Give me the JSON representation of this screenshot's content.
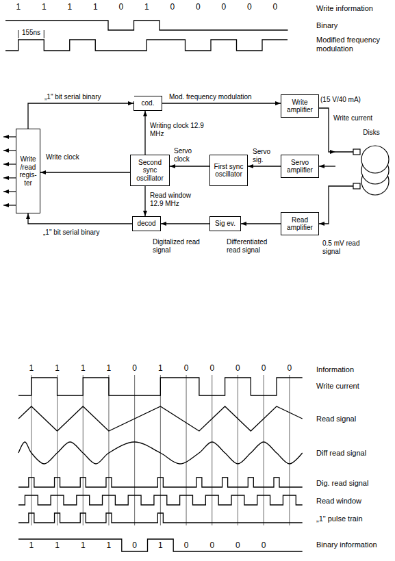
{
  "diagram": {
    "nodes": [
      {
        "text": [
          "Write /read regis- ter"
        ]
      },
      {
        "text": [
          "cod."
        ]
      },
      {
        "text": [
          "Write amplifier"
        ]
      },
      {
        "text": [
          "Second sync oscillator"
        ]
      },
      {
        "text": [
          "First sync oscillator"
        ]
      },
      {
        "text": [
          "Servo amplifier"
        ]
      },
      {
        "text": [
          "decod"
        ]
      },
      {
        "text": [
          "Sig ev."
        ]
      },
      {
        "text": [
          "Read amplifier"
        ]
      },
      {
        "text": [
          "Disks"
        ]
      }
    ],
    "edges": [
      {
        "from": 0,
        "to": 1,
        "arrow": "to",
        "label": "„1\" bit serial binary"
      },
      {
        "from": 1,
        "to": 2,
        "arrow": "to",
        "label": "Mod. frequency modulation"
      },
      {
        "from": 2,
        "to": 9,
        "arrow": "to",
        "label": "Write current"
      },
      {
        "from": 9,
        "to": 5,
        "arrow": "to"
      },
      {
        "from": 5,
        "to": 4,
        "arrow": "to",
        "label": "Servo sig."
      },
      {
        "from": 4,
        "to": 3,
        "arrow": "to",
        "label": "Servo clock"
      },
      {
        "from": 3,
        "to": 1,
        "arrow": "to",
        "label": "Writing clock 12.9 MHz"
      },
      {
        "from": 3,
        "to": 0,
        "arrow": "to",
        "label": "Write clock"
      },
      {
        "from": 3,
        "to": 6,
        "arrow": "to",
        "label": "Read window 12.9 MHz"
      },
      {
        "from": 9,
        "to": 8,
        "arrow": "to",
        "label": "0.5 mV read signal"
      },
      {
        "from": 8,
        "to": 7,
        "arrow": "to",
        "label": "Differentiated read signal"
      },
      {
        "from": 7,
        "to": 6,
        "arrow": "to",
        "label": "Digitalized read signal"
      },
      {
        "from": 6,
        "to": 0,
        "arrow": "to",
        "label": "„1\" bit serial binary"
      }
    ],
    "labels": [
      "1",
      "1",
      "1",
      "1",
      "0",
      "1",
      "0",
      "0",
      "0",
      "0",
      "0",
      "Write information",
      "Binary",
      "155ns",
      "Modified frequency modulation",
      "(15 V/40 mA)",
      "1",
      "1",
      "1",
      "1",
      "0",
      "1",
      "0",
      "0",
      "0",
      "0",
      "0",
      "Information",
      "Write current",
      "Read signal",
      "Diff read signal",
      "Dig. read signal",
      "Read window",
      "„1\" pulse train",
      "1",
      "1",
      "1",
      "1",
      "0",
      "1",
      "0",
      "0",
      "0",
      "0",
      "Binary information"
    ]
  }
}
